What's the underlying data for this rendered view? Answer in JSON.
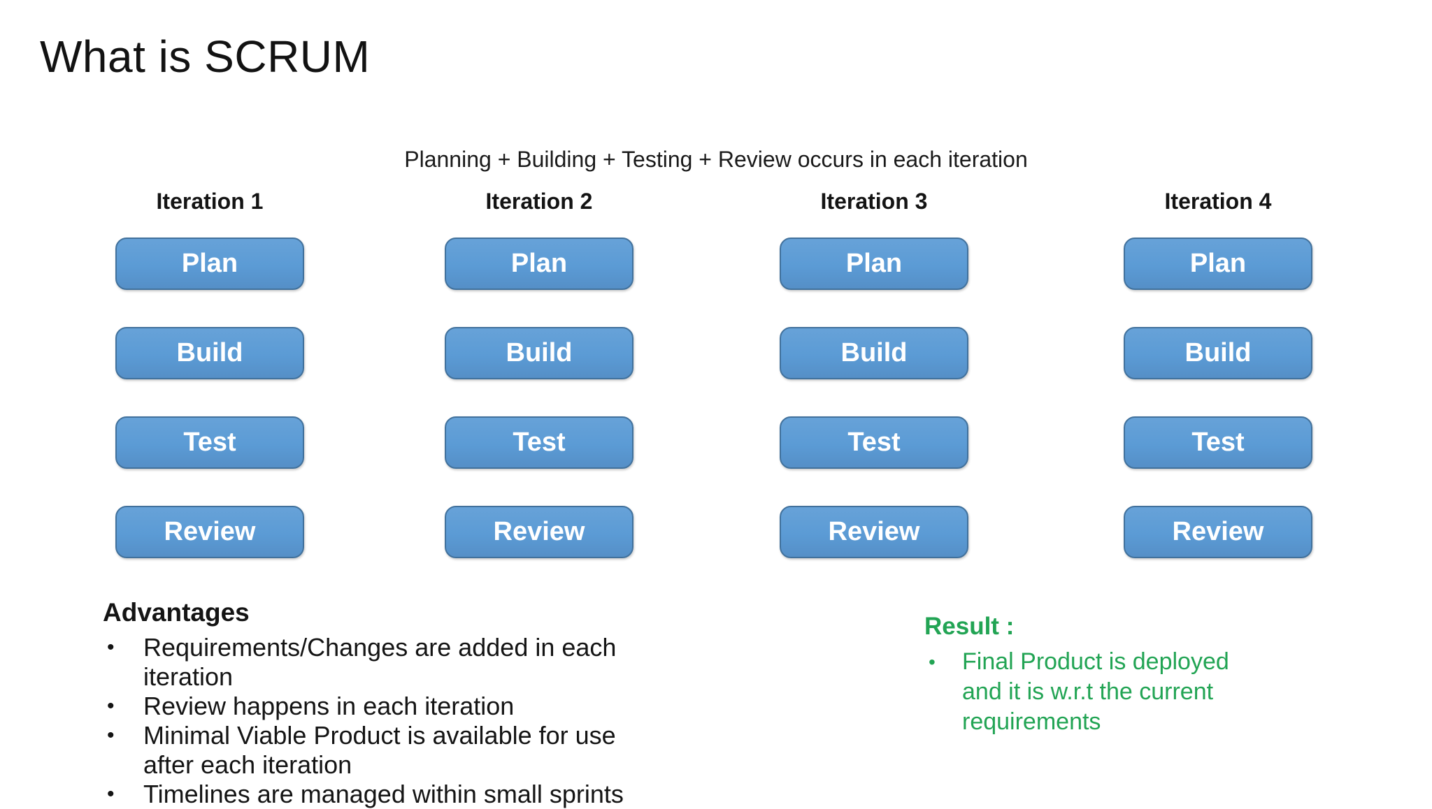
{
  "slide": {
    "title": "What is SCRUM",
    "subtitle": "Planning + Building + Testing + Review occurs in each iteration"
  },
  "iterations": [
    {
      "label": "Iteration 1",
      "steps": [
        "Plan",
        "Build",
        "Test",
        "Review"
      ]
    },
    {
      "label": "Iteration 2",
      "steps": [
        "Plan",
        "Build",
        "Test",
        "Review"
      ]
    },
    {
      "label": "Iteration 3",
      "steps": [
        "Plan",
        "Build",
        "Test",
        "Review"
      ]
    },
    {
      "label": "Iteration 4",
      "steps": [
        "Plan",
        "Build",
        "Test",
        "Review"
      ]
    }
  ],
  "advantages": {
    "heading": "Advantages",
    "items": [
      "Requirements/Changes are added in each iteration",
      "Review happens in each iteration",
      "Minimal Viable Product is available for use after each iteration",
      "Timelines are managed within small sprints"
    ]
  },
  "result": {
    "heading": "Result :",
    "items": [
      "Final Product is deployed and it is w.r.t the current requirements"
    ]
  },
  "icons": {
    "bullet": "•"
  },
  "colors": {
    "button_fill": "#5B9BD5",
    "button_border": "#41719C",
    "result_green": "#22A454"
  }
}
